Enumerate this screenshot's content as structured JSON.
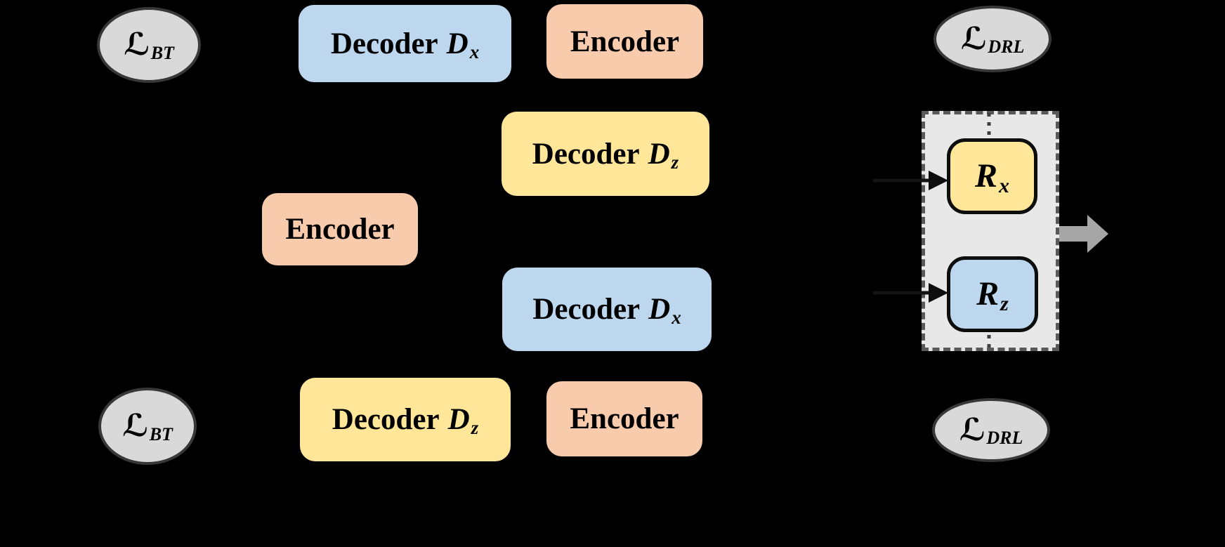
{
  "diagram": {
    "description": "Dual autoencoder architecture with back-translation and disentangled representation losses",
    "nodes": [
      {
        "kind": "decoder-x",
        "word": "Decoder",
        "var": "D",
        "sub": "x"
      },
      {
        "kind": "encoder",
        "word": "Encoder"
      },
      {
        "kind": "decoder-z",
        "word": "Decoder",
        "var": "D",
        "sub": "z"
      },
      {
        "kind": "encoder",
        "word": "Encoder"
      },
      {
        "kind": "decoder-x",
        "word": "Decoder",
        "var": "D",
        "sub": "x"
      },
      {
        "kind": "decoder-z",
        "word": "Decoder",
        "var": "D",
        "sub": "z"
      },
      {
        "kind": "encoder",
        "word": "Encoder"
      }
    ],
    "losses": [
      {
        "symbol": "ℒ",
        "sub": "BT"
      },
      {
        "symbol": "ℒ",
        "sub": "DRL"
      },
      {
        "symbol": "ℒ",
        "sub": "BT"
      },
      {
        "symbol": "ℒ",
        "sub": "DRL"
      }
    ],
    "representations": [
      {
        "var": "R",
        "sub": "x"
      },
      {
        "var": "R",
        "sub": "z"
      }
    ],
    "icons": [
      {
        "name": "arrow-into-rx-icon"
      },
      {
        "name": "arrow-into-rz-icon"
      },
      {
        "name": "block-arrow-right-icon"
      },
      {
        "name": "dotted-divider-top"
      },
      {
        "name": "dotted-divider-bottom"
      }
    ],
    "colors": {
      "background": "#000000",
      "decoder_x_fill": "#bdd7ee",
      "encoder_fill": "#f8cbad",
      "decoder_z_fill": "#ffe699",
      "loss_fill": "#d9d9d9",
      "loss_border": "#383838",
      "container_fill": "#e8e8e8",
      "container_border": "#595959",
      "rep_border": "#0d0d0d",
      "arrow": "#141414",
      "block_arrow": "#a6a6a6"
    }
  }
}
